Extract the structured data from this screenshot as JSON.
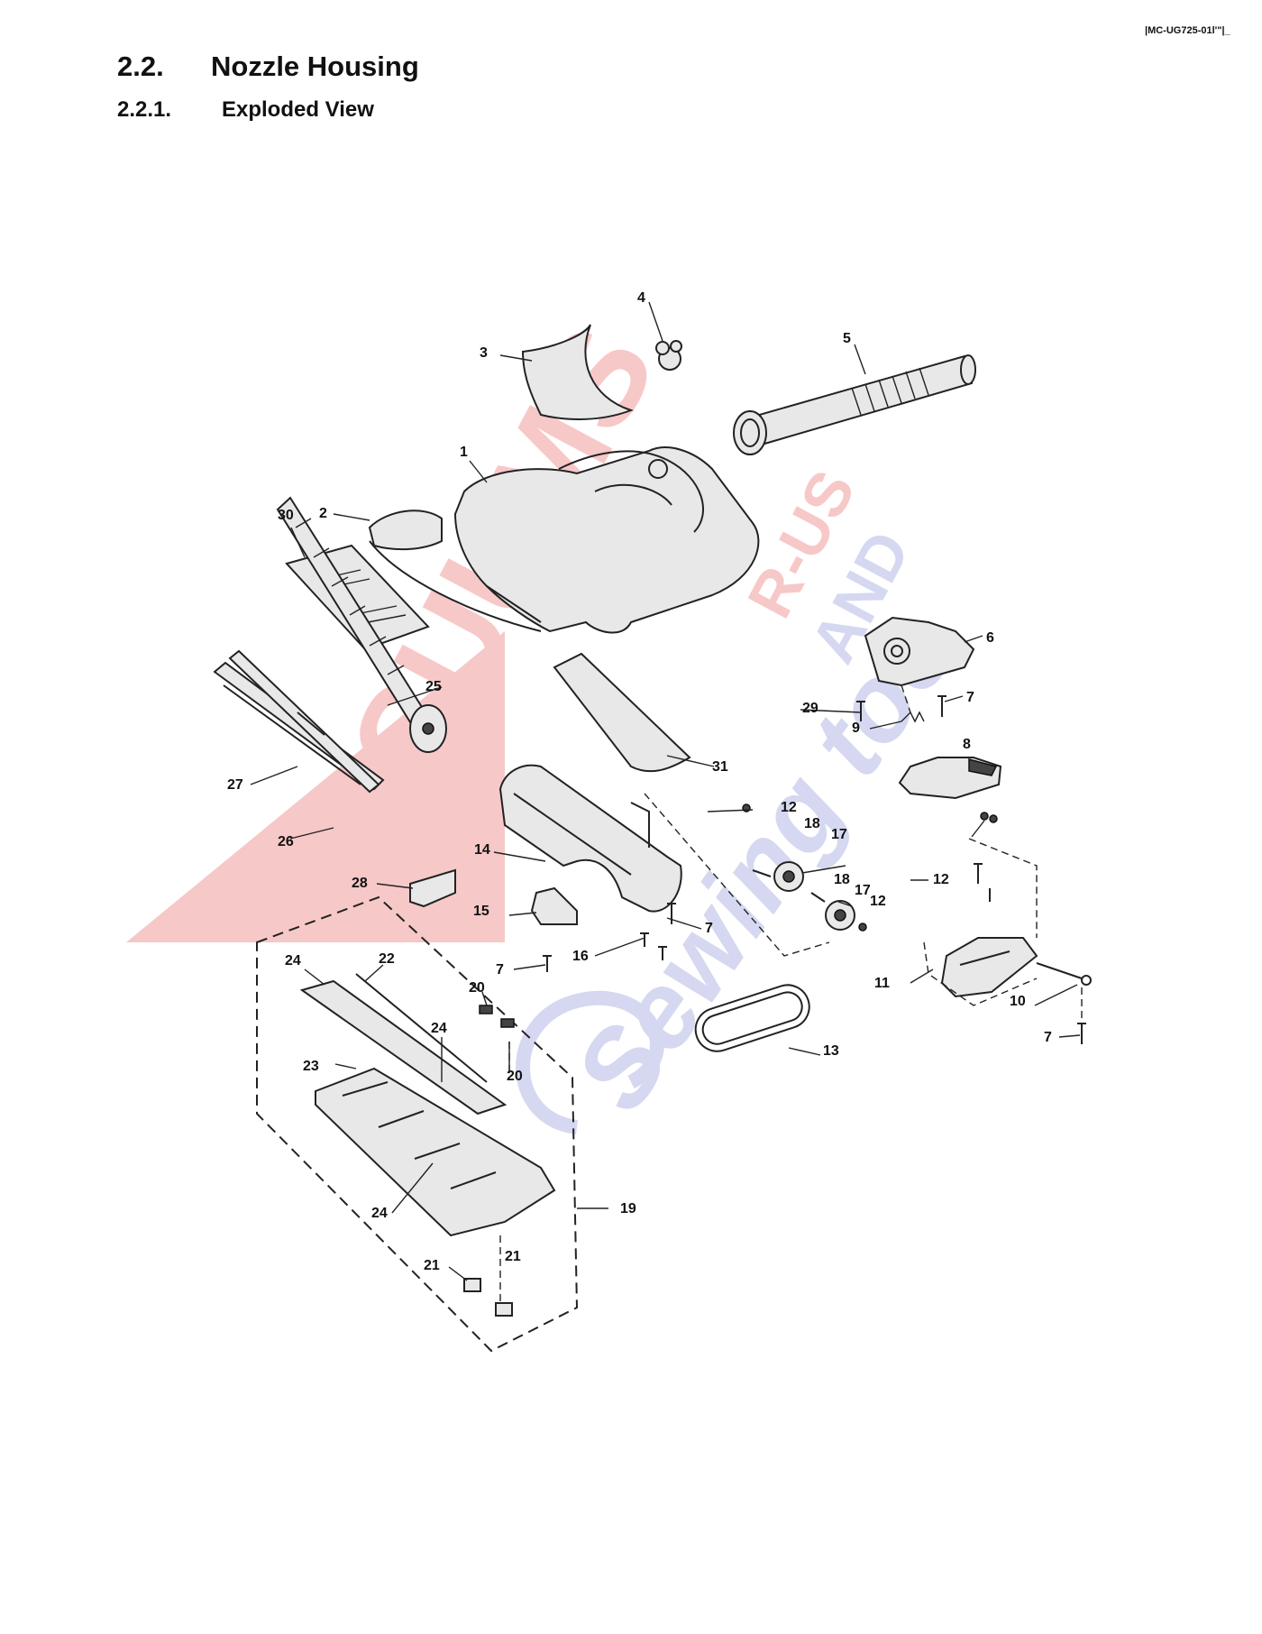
{
  "header": {
    "model_code": "|MC-UG725-01l'\"|_",
    "section_number": "2.2.",
    "section_title": "Nozzle Housing",
    "subsection_number": "2.2.1.",
    "subsection_title": "Exploded View"
  },
  "callouts": [
    "1",
    "2",
    "3",
    "4",
    "5",
    "6",
    "7",
    "8",
    "9",
    "10",
    "11",
    "12",
    "13",
    "14",
    "15",
    "16",
    "17",
    "18",
    "19",
    "20",
    "21",
    "22",
    "23",
    "24",
    "25",
    "26",
    "27",
    "28",
    "29",
    "30",
    "31"
  ],
  "watermark": {
    "line1": "VACUUMS",
    "line2": "R-US",
    "line3": "AND",
    "line4": "Sewing too",
    "colors": {
      "red": "#e23a3a",
      "blue": "#6a74c8"
    }
  }
}
